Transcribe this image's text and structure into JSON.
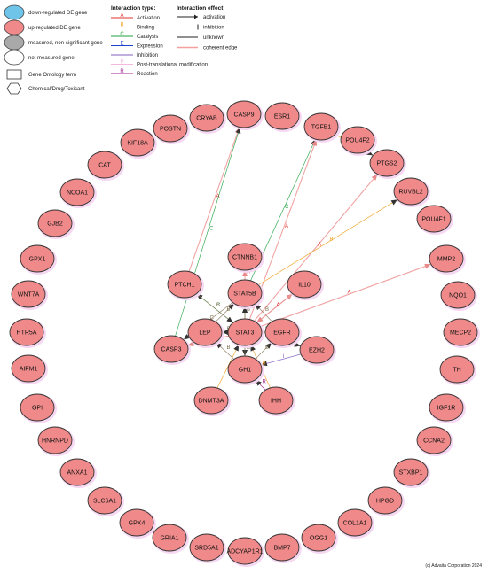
{
  "legend": {
    "node_types": [
      {
        "label": "down-regulated DE gene",
        "fill": "#6fc4ea",
        "shape": "ellipse"
      },
      {
        "label": "up-regulated DE gene",
        "fill": "#f08a8a",
        "shape": "ellipse"
      },
      {
        "label": "measured, non-significant gene",
        "fill": "#a9a9a9",
        "shape": "ellipse"
      },
      {
        "label": "not measured gene",
        "fill": "#ffffff",
        "shape": "ellipse"
      },
      {
        "label": "Gene Ontology term",
        "fill": "#ffffff",
        "shape": "rect"
      },
      {
        "label": "Chemical/Drug/Toxicant",
        "fill": "#ffffff",
        "shape": "hexagon"
      }
    ],
    "interaction_type_title": "Interaction type:",
    "interaction_types": [
      {
        "letter": "A",
        "label": "Activation",
        "color": "#e03030"
      },
      {
        "letter": "B",
        "label": "Binding",
        "color": "#f0a020"
      },
      {
        "letter": "C",
        "label": "Catalysis",
        "color": "#20a040"
      },
      {
        "letter": "E",
        "label": "Expression",
        "color": "#2040d0"
      },
      {
        "letter": "I",
        "label": "Inhibition",
        "color": "#8060c0"
      },
      {
        "letter": "P",
        "label": "Post-translational modification",
        "color": "#f4b8e0"
      },
      {
        "letter": "R",
        "label": "Reaction",
        "color": "#a02090"
      }
    ],
    "interaction_effect_title": "Interaction effect:",
    "interaction_effects": [
      {
        "label": "activation",
        "end": "arrow",
        "color": "#222222"
      },
      {
        "label": "inhibition",
        "end": "bar",
        "color": "#222222"
      },
      {
        "label": "unknown",
        "end": "none",
        "color": "#222222"
      },
      {
        "label": "coherent edge",
        "end": "none",
        "color": "#f4a0a0"
      }
    ]
  },
  "nodes": [
    {
      "id": "CASP9",
      "fill": "#f08a8a"
    },
    {
      "id": "ESR1",
      "fill": "#f08a8a"
    },
    {
      "id": "CRYAB",
      "fill": "#f08a8a"
    },
    {
      "id": "TGFB1",
      "fill": "#f08a8a"
    },
    {
      "id": "POSTN",
      "fill": "#f08a8a"
    },
    {
      "id": "POU4F2",
      "fill": "#f08a8a"
    },
    {
      "id": "KIF18A",
      "fill": "#f08a8a"
    },
    {
      "id": "PTGS2",
      "fill": "#f08a8a"
    },
    {
      "id": "CAT",
      "fill": "#f08a8a"
    },
    {
      "id": "RUVBL2",
      "fill": "#f08a8a"
    },
    {
      "id": "NCOA1",
      "fill": "#f08a8a"
    },
    {
      "id": "POU4F1",
      "fill": "#f08a8a"
    },
    {
      "id": "GJB2",
      "fill": "#f08a8a"
    },
    {
      "id": "CTNNB1",
      "fill": "#f08a8a"
    },
    {
      "id": "MMP2",
      "fill": "#f08a8a"
    },
    {
      "id": "GPX1",
      "fill": "#f08a8a"
    },
    {
      "id": "IL10",
      "fill": "#f08a8a"
    },
    {
      "id": "WNT7A",
      "fill": "#f08a8a"
    },
    {
      "id": "PTCH1",
      "fill": "#f08a8a"
    },
    {
      "id": "STAT5B",
      "fill": "#f08a8a"
    },
    {
      "id": "NQO1",
      "fill": "#f08a8a"
    },
    {
      "id": "HTR5A",
      "fill": "#f08a8a"
    },
    {
      "id": "LEP",
      "fill": "#f08a8a"
    },
    {
      "id": "STAT3",
      "fill": "#f08a8a"
    },
    {
      "id": "EGFR",
      "fill": "#f08a8a"
    },
    {
      "id": "MECP2",
      "fill": "#f08a8a"
    },
    {
      "id": "CASP3",
      "fill": "#f08a8a"
    },
    {
      "id": "AIFM1",
      "fill": "#f08a8a"
    },
    {
      "id": "EZH2",
      "fill": "#f08a8a"
    },
    {
      "id": "TH",
      "fill": "#f08a8a"
    },
    {
      "id": "GH1",
      "fill": "#f08a8a"
    },
    {
      "id": "DNMT3A",
      "fill": "#f08a8a"
    },
    {
      "id": "IHH",
      "fill": "#f08a8a"
    },
    {
      "id": "GPI",
      "fill": "#f08a8a"
    },
    {
      "id": "IGF1R",
      "fill": "#f08a8a"
    },
    {
      "id": "HNRNPD",
      "fill": "#f08a8a"
    },
    {
      "id": "CCNA2",
      "fill": "#f08a8a"
    },
    {
      "id": "ANXA1",
      "fill": "#f08a8a"
    },
    {
      "id": "STXBP1",
      "fill": "#f08a8a"
    },
    {
      "id": "SLC6A1",
      "fill": "#f08a8a"
    },
    {
      "id": "HPGD",
      "fill": "#f08a8a"
    },
    {
      "id": "COL1A1",
      "fill": "#f08a8a"
    },
    {
      "id": "GPX4",
      "fill": "#f08a8a"
    },
    {
      "id": "OGG1",
      "fill": "#f08a8a"
    },
    {
      "id": "GRIA1",
      "fill": "#f08a8a"
    },
    {
      "id": "BMP7",
      "fill": "#f08a8a"
    },
    {
      "id": "SRD5A1",
      "fill": "#f08a8a"
    },
    {
      "id": "ADCYAP1R1",
      "fill": "#f08a8a"
    }
  ],
  "edges": [
    {
      "from": "PTCH1",
      "to": "CASP9",
      "letter": "A",
      "color": "#e03030"
    },
    {
      "from": "CASP3",
      "to": "CASP9",
      "letter": "C",
      "color": "#20a040"
    },
    {
      "from": "STAT5B",
      "to": "TGFB1",
      "letter": "C",
      "color": "#20a040"
    },
    {
      "from": "STAT3",
      "to": "TGFB1",
      "letter": "A",
      "color": "#e03030"
    },
    {
      "from": "TGFB1",
      "to": "PTGS2",
      "letter": "B",
      "color": "#f0a020"
    },
    {
      "from": "STAT3",
      "to": "PTGS2",
      "letter": "A",
      "color": "#e03030"
    },
    {
      "from": "STAT5B",
      "to": "RUVBL2",
      "letter": "B",
      "color": "#f0a020"
    },
    {
      "from": "STAT3",
      "to": "MMP2",
      "letter": "A",
      "color": "#e03030"
    },
    {
      "from": "STAT3",
      "to": "IL10",
      "letter": "A",
      "color": "#e03030"
    },
    {
      "from": "STAT5B",
      "to": "CTNNB1",
      "letter": "A",
      "color": "#e03030"
    },
    {
      "from": "STAT3",
      "to": "PTCH1",
      "letter": "C",
      "color": "#20a040"
    },
    {
      "from": "STAT3",
      "to": "CASP3",
      "letter": "A",
      "color": "#e03030"
    },
    {
      "from": "STAT3",
      "to": "LEP",
      "letter": "B",
      "color": "#8a7a5a"
    },
    {
      "from": "STAT3",
      "to": "STAT5B",
      "letter": "B",
      "color": "#8a7a5a"
    },
    {
      "from": "STAT3",
      "to": "EGFR",
      "letter": "B",
      "color": "#8a7a5a"
    },
    {
      "from": "STAT3",
      "to": "GH1",
      "letter": "B",
      "color": "#8a7a5a"
    },
    {
      "from": "STAT3",
      "to": "EZH2",
      "letter": "B",
      "color": "#8a7a5a"
    },
    {
      "from": "LEP",
      "to": "STAT5B",
      "letter": "B",
      "color": "#8a7a5a"
    },
    {
      "from": "EGFR",
      "to": "STAT5B",
      "letter": "B",
      "color": "#8a7a5a"
    },
    {
      "from": "GH1",
      "to": "STAT5B",
      "letter": "B",
      "color": "#8a7a5a"
    },
    {
      "from": "IL10",
      "to": "STAT3",
      "letter": "A",
      "color": "#e03030"
    },
    {
      "from": "EZH2",
      "to": "GH1",
      "letter": "I",
      "color": "#8060c0"
    },
    {
      "from": "DNMT3A",
      "to": "STAT3",
      "letter": "B",
      "color": "#f0a020"
    },
    {
      "from": "IHH",
      "to": "GH1",
      "letter": "R",
      "color": "#a02090"
    },
    {
      "from": "IHH",
      "to": "STAT3",
      "letter": "B",
      "color": "#f0a020"
    },
    {
      "from": "GH1",
      "to": "LEP",
      "letter": "B",
      "color": "#8a7a5a"
    },
    {
      "from": "GH1",
      "to": "EGFR",
      "letter": "B",
      "color": "#8a7a5a"
    },
    {
      "from": "STAT5B",
      "to": "CASP3",
      "letter": "C",
      "color": "#8a7a5a"
    },
    {
      "from": "PTCH1",
      "to": "STAT3",
      "letter": "B",
      "color": "#8a7a5a"
    }
  ],
  "copyright": "(c) Advaita Corporation 2024"
}
